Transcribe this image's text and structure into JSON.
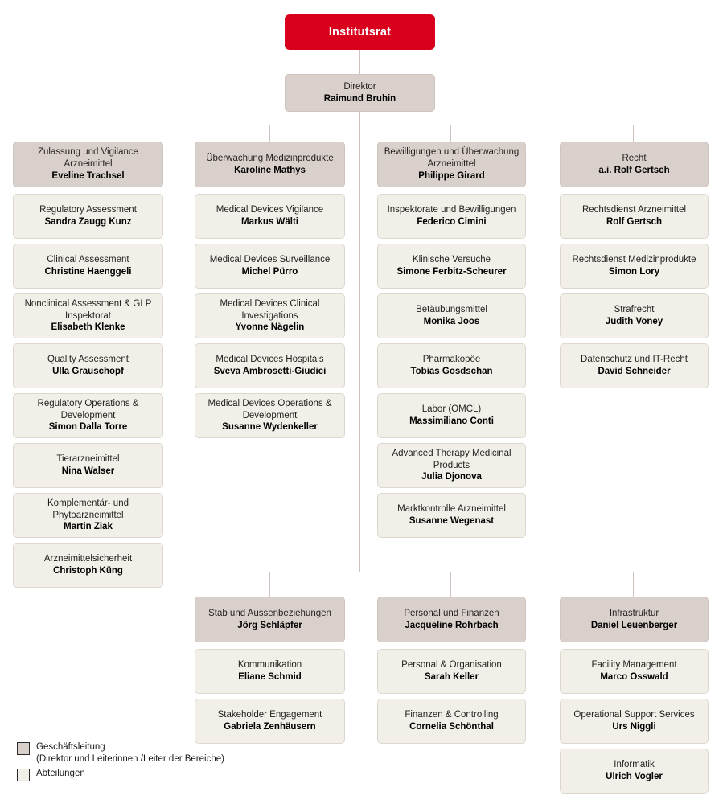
{
  "root": {
    "label": "Institutsrat",
    "color": "#d8001c"
  },
  "director": {
    "unit": "Direktor",
    "person": "Raimund Bruhin"
  },
  "colors": {
    "root_red": "#d8001c",
    "management_grey": "#d9d0cb",
    "department_beige": "#f2efe8",
    "connector_line": "#cfc2bc"
  },
  "columns": [
    {
      "head": {
        "unit": "Zulassung und Vigilance Arzneimittel",
        "person": "Eveline Trachsel"
      },
      "departments": [
        {
          "unit": "Regulatory Assessment",
          "person": "Sandra Zaugg Kunz"
        },
        {
          "unit": "Clinical Assessment",
          "person": "Christine Haenggeli"
        },
        {
          "unit": "Nonclinical Assessment & GLP Inspektorat",
          "person": "Elisabeth Klenke"
        },
        {
          "unit": "Quality Assessment",
          "person": "Ulla Grauschopf"
        },
        {
          "unit": "Regulatory Operations & Development",
          "person": "Simon Dalla Torre"
        },
        {
          "unit": "Tierarzneimittel",
          "person": "Nina Walser"
        },
        {
          "unit": "Komplementär- und Phytoarzneimittel",
          "person": "Martin Ziak"
        },
        {
          "unit": "Arzneimittelsicherheit",
          "person": "Christoph Küng"
        }
      ]
    },
    {
      "head": {
        "unit": "Überwachung Medizinprodukte",
        "person": "Karoline Mathys"
      },
      "departments": [
        {
          "unit": "Medical Devices Vigilance",
          "person": "Markus Wälti"
        },
        {
          "unit": "Medical Devices Surveillance",
          "person": "Michel Pürro"
        },
        {
          "unit": "Medical Devices Clinical Investigations",
          "person": "Yvonne Nägelin"
        },
        {
          "unit": "Medical Devices Hospitals",
          "person": "Sveva Ambrosetti-Giudici"
        },
        {
          "unit": "Medical Devices Operations & Development",
          "person": "Susanne Wydenkeller"
        }
      ]
    },
    {
      "head": {
        "unit": "Bewilligungen und Überwachung Arzneimittel",
        "person": "Philippe Girard"
      },
      "departments": [
        {
          "unit": "Inspektorate und Bewilligungen",
          "person": "Federico Cimini"
        },
        {
          "unit": "Klinische Versuche",
          "person": "Simone Ferbitz-Scheurer"
        },
        {
          "unit": "Betäubungsmittel",
          "person": "Monika Joos"
        },
        {
          "unit": "Pharmakopöe",
          "person": "Tobias Gosdschan"
        },
        {
          "unit": "Labor (OMCL)",
          "person": "Massimiliano Conti"
        },
        {
          "unit": "Advanced Therapy Medicinal Products",
          "person": "Julia Djonova"
        },
        {
          "unit": "Marktkontrolle Arzneimittel",
          "person": "Susanne Wegenast"
        }
      ]
    },
    {
      "head": {
        "unit": "Recht",
        "person": "a.i. Rolf Gertsch"
      },
      "departments": [
        {
          "unit": "Rechtsdienst Arzneimittel",
          "person": "Rolf Gertsch"
        },
        {
          "unit": "Rechtsdienst Medizinprodukte",
          "person": "Simon Lory"
        },
        {
          "unit": "Strafrecht",
          "person": "Judith Voney"
        },
        {
          "unit": "Datenschutz und IT-Recht",
          "person": "David Schneider"
        }
      ]
    }
  ],
  "lower_columns": [
    {
      "head": {
        "unit": "Stab und Aussenbeziehungen",
        "person": "Jörg Schläpfer"
      },
      "departments": [
        {
          "unit": "Kommunikation",
          "person": "Eliane Schmid"
        },
        {
          "unit": "Stakeholder Engagement",
          "person": "Gabriela Zenhäusern"
        }
      ]
    },
    {
      "head": {
        "unit": "Personal und Finanzen",
        "person": "Jacqueline Rohrbach"
      },
      "departments": [
        {
          "unit": "Personal & Organisation",
          "person": "Sarah Keller"
        },
        {
          "unit": "Finanzen & Controlling",
          "person": "Cornelia Schönthal"
        }
      ]
    },
    {
      "head": {
        "unit": "Infrastruktur",
        "person": "Daniel Leuenberger"
      },
      "departments": [
        {
          "unit": "Facility Management",
          "person": "Marco Osswald"
        },
        {
          "unit": "Operational Support Services",
          "person": "Urs Niggli"
        },
        {
          "unit": "Informatik",
          "person": "Ulrich Vogler"
        }
      ]
    }
  ],
  "legend": {
    "items": [
      {
        "line1": "Geschäftsleitung",
        "line2": "(Direktor und Leiterinnen /Leiter der Bereiche)"
      },
      {
        "line1": "Abteilungen",
        "line2": ""
      }
    ]
  }
}
